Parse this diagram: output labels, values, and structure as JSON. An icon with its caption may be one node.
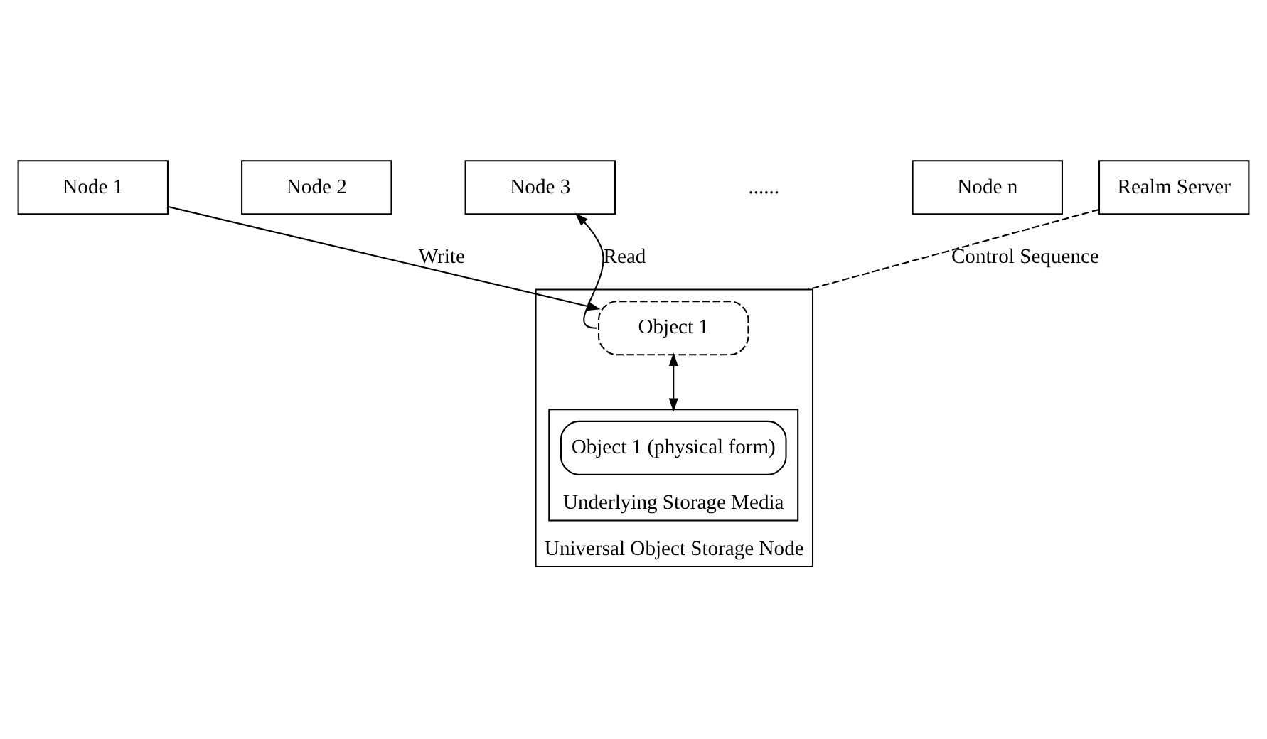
{
  "diagram": {
    "nodes": [
      {
        "text": [
          "Node 1"
        ]
      },
      {
        "text": [
          "Node 2"
        ]
      },
      {
        "text": [
          "Node 3"
        ]
      },
      {
        "text": [
          "Node n"
        ]
      },
      {
        "text": [
          "Universal Object Storage Node"
        ]
      },
      {
        "text": [
          "Object 1"
        ],
        "in": 4
      },
      {
        "text": [
          "Realm Server"
        ]
      },
      {
        "text": [
          "Underlying Storage Media"
        ],
        "in": 4
      },
      {
        "text": [
          "Object 1 (physical form)"
        ],
        "in": 7
      }
    ],
    "edges": [
      {
        "from": 0,
        "to": 5,
        "arrow": "to",
        "label": "Write"
      },
      {
        "from": 5,
        "to": 2,
        "arrow": "to",
        "label": "Read"
      },
      {
        "from": 5,
        "to": 7,
        "arrow": "both"
      },
      {
        "from": 6,
        "to": 4,
        "arrow": "none",
        "style": "dashed",
        "label": "Control Sequence"
      }
    ],
    "labels": [
      "......"
    ]
  }
}
